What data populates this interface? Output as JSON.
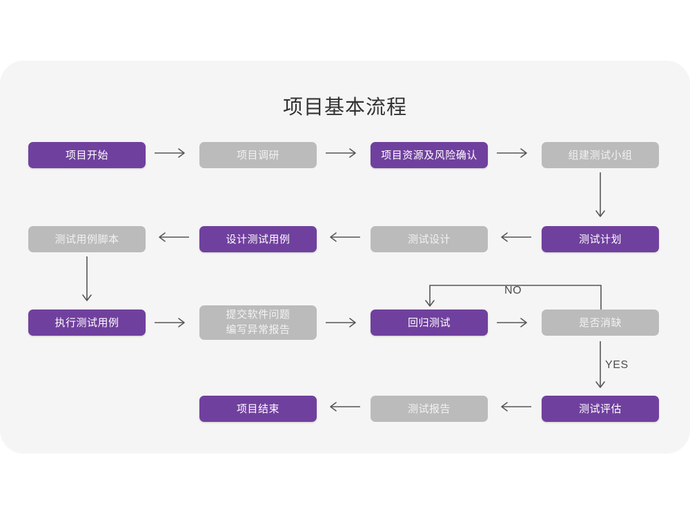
{
  "diagram": {
    "title": "项目基本流程",
    "colors": {
      "page_background": "#ffffff",
      "card_background": "#f5f5f5",
      "node_active": "#70409e",
      "node_inactive": "#bbbbbb",
      "node_active_text": "#ffffff",
      "node_inactive_text": "#f2f2f2",
      "connector": "#555555",
      "title_text": "#333333"
    },
    "rows": [
      {
        "row_index": 1,
        "nodes": [
          {
            "label": "项目开始",
            "style": "purple"
          },
          {
            "label": "项目调研",
            "style": "gray"
          },
          {
            "label": "项目资源及风险确认",
            "style": "purple"
          },
          {
            "label": "组建测试小组",
            "style": "gray"
          }
        ]
      },
      {
        "row_index": 2,
        "nodes": [
          {
            "label": "测试用例脚本",
            "style": "gray"
          },
          {
            "label": "设计测试用例",
            "style": "purple"
          },
          {
            "label": "测试设计",
            "style": "gray"
          },
          {
            "label": "测试计划",
            "style": "purple"
          }
        ]
      },
      {
        "row_index": 3,
        "nodes": [
          {
            "label": "执行测试用例",
            "style": "purple"
          },
          {
            "label": "提交软件问题\n编写异常报告",
            "style": "gray"
          },
          {
            "label": "回归测试",
            "style": "purple"
          },
          {
            "label": "是否消缺",
            "style": "gray"
          }
        ]
      },
      {
        "row_index": 4,
        "nodes": [
          {
            "label": "项目结束",
            "style": "purple"
          },
          {
            "label": "测试报告",
            "style": "gray"
          },
          {
            "label": "测试评估",
            "style": "purple"
          }
        ]
      }
    ],
    "edge_labels": {
      "no": "NO",
      "yes": "YES"
    },
    "connectors": [
      {
        "name": "arrow-start-to-research",
        "direction": "right"
      },
      {
        "name": "arrow-research-to-resource",
        "direction": "right"
      },
      {
        "name": "arrow-resource-to-team",
        "direction": "right"
      },
      {
        "name": "arrow-team-to-plan",
        "direction": "down"
      },
      {
        "name": "arrow-plan-to-design",
        "direction": "left"
      },
      {
        "name": "arrow-design-to-cases",
        "direction": "left"
      },
      {
        "name": "arrow-cases-to-script",
        "direction": "left"
      },
      {
        "name": "arrow-script-to-execute",
        "direction": "down"
      },
      {
        "name": "arrow-execute-to-report-issue",
        "direction": "right"
      },
      {
        "name": "arrow-report-issue-to-regression",
        "direction": "right"
      },
      {
        "name": "arrow-regression-to-defect-check",
        "direction": "right"
      },
      {
        "name": "arrow-defect-check-no-loop-to-regression",
        "direction": "loop-up-left-down",
        "label": "NO"
      },
      {
        "name": "arrow-defect-check-yes-to-evaluation",
        "direction": "down",
        "label": "YES"
      },
      {
        "name": "arrow-evaluation-to-test-report",
        "direction": "left"
      },
      {
        "name": "arrow-test-report-to-project-end",
        "direction": "left"
      }
    ]
  }
}
